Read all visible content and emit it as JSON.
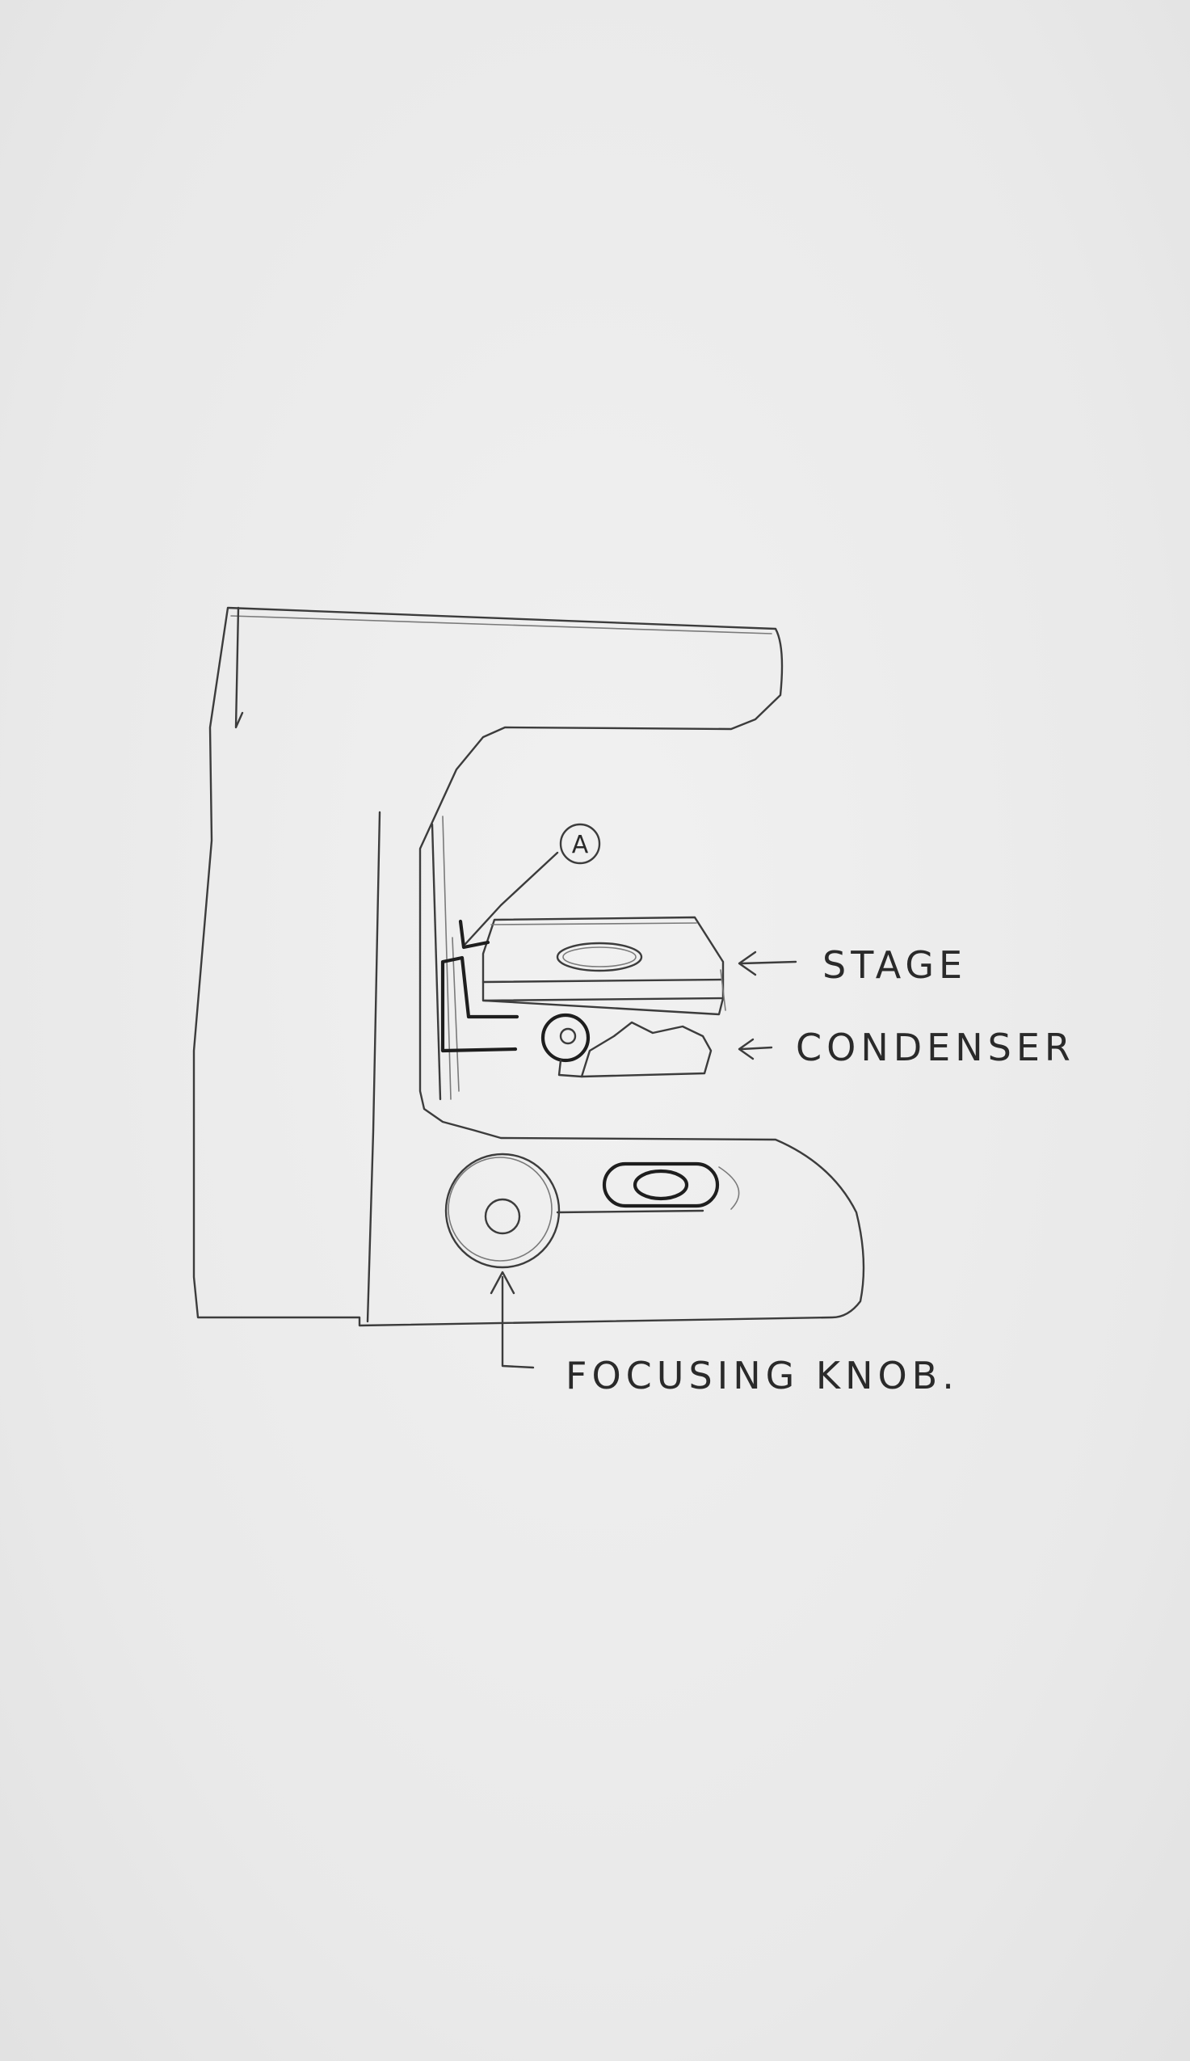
{
  "labels": {
    "marker": "A",
    "stage": "STAGE",
    "condenser": "CONDENSER",
    "focusing_knob": "FOCUSING KNOB."
  },
  "colors": {
    "paper": "#ececec",
    "pencil": "#3c3c3c"
  }
}
